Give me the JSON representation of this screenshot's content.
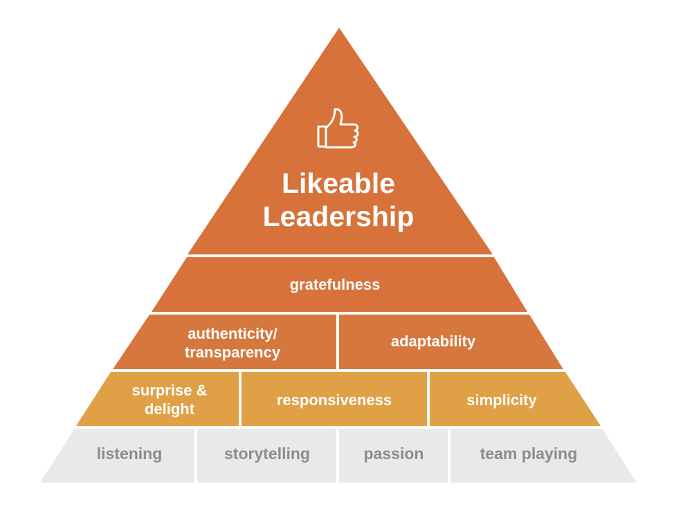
{
  "title": {
    "line1": "Likeable",
    "line2": "Leadership",
    "icon": "thumbs-up-icon"
  },
  "tiers": {
    "tier1": {
      "label": "gratefulness"
    },
    "tier2": {
      "left_line1": "authenticity/",
      "left_line2": "transparency",
      "right": "adaptability"
    },
    "tier3": {
      "left_line1": "surprise &",
      "left_line2": "delight",
      "middle": "responsiveness",
      "right": "simplicity"
    },
    "base": {
      "items": [
        "listening",
        "storytelling",
        "passion",
        "team playing"
      ]
    }
  },
  "colors": {
    "top": "#d6723a",
    "middle": "#df8a42",
    "lower": "#e0a046",
    "base": "#e9e9e9",
    "base_text": "#8c8c8c"
  }
}
